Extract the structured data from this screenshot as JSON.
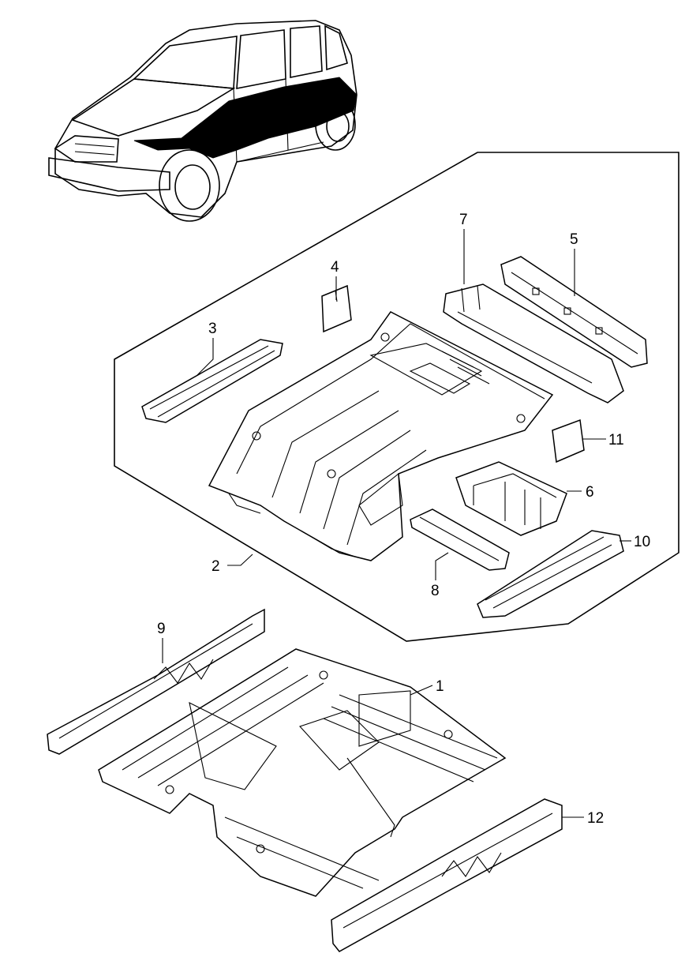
{
  "callouts": [
    {
      "id": "c1",
      "text": "1"
    },
    {
      "id": "c2",
      "text": "2"
    },
    {
      "id": "c3",
      "text": "3"
    },
    {
      "id": "c4",
      "text": "4"
    },
    {
      "id": "c5",
      "text": "5"
    },
    {
      "id": "c6",
      "text": "6"
    },
    {
      "id": "c7",
      "text": "7"
    },
    {
      "id": "c8",
      "text": "8"
    },
    {
      "id": "c9",
      "text": "9"
    },
    {
      "id": "c10",
      "text": "10"
    },
    {
      "id": "c11",
      "text": "11"
    },
    {
      "id": "c12",
      "text": "12"
    }
  ],
  "colors": {
    "ink": "#000000",
    "paper": "#ffffff"
  }
}
